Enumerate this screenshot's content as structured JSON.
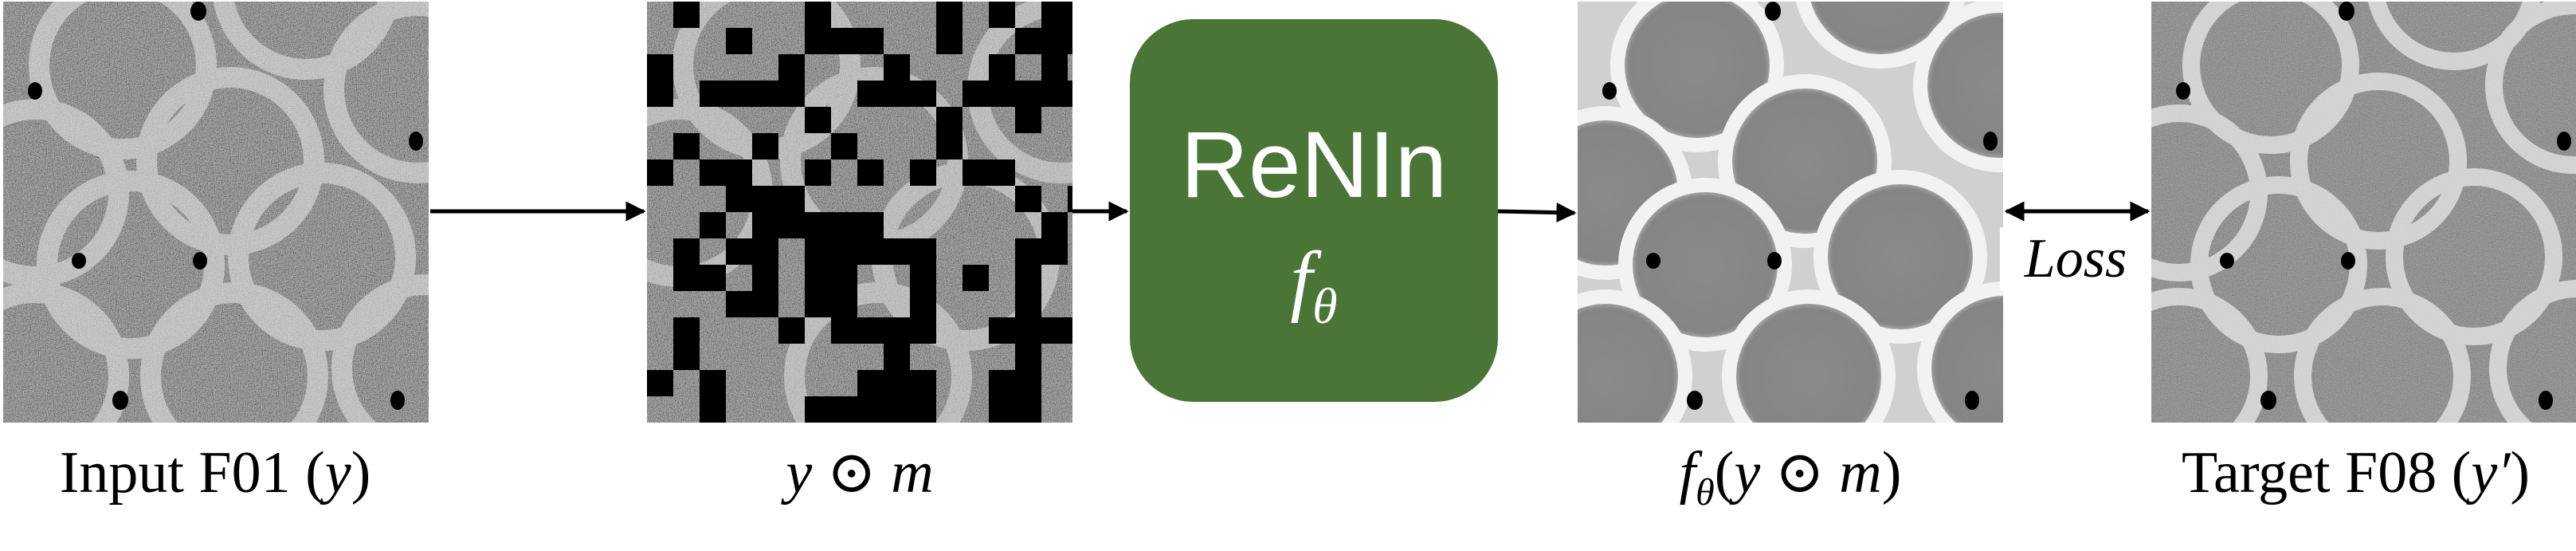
{
  "panels": {
    "input": {
      "caption_text": "Input F01 (",
      "caption_var": "y",
      "caption_close": ")"
    },
    "masked": {
      "caption_a": "y",
      "caption_op": " ⊙ ",
      "caption_b": "m"
    },
    "output": {
      "caption_f": "f",
      "caption_sub": "θ",
      "caption_open": "(",
      "caption_a": "y",
      "caption_op": " ⊙ ",
      "caption_b": "m",
      "caption_close": ")"
    },
    "target": {
      "caption_text": "Target F08 (",
      "caption_var": "y′",
      "caption_close": ")"
    }
  },
  "model": {
    "title": "ReNIn",
    "func": "f",
    "func_sub": "θ",
    "color": "#4a7537"
  },
  "loss": {
    "label": "Loss"
  }
}
